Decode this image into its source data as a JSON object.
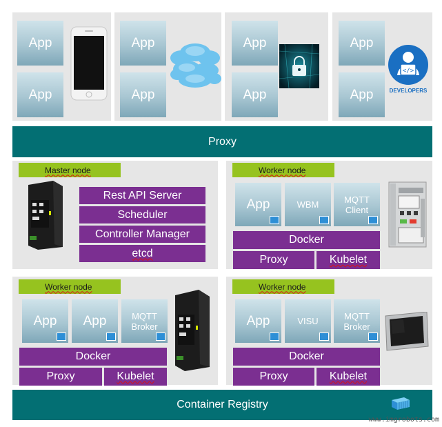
{
  "app_label": "App",
  "developers_label": "DEVELOPERS",
  "proxy_bar": "Proxy",
  "registry_bar": "Container Registry",
  "master": {
    "tag": "Master node",
    "components": [
      "Rest API Server",
      "Scheduler",
      "Controller Manager",
      "etcd"
    ]
  },
  "worker1": {
    "tag": "Worker node",
    "boxes": [
      "App",
      "WBM",
      "MQTT\nClient"
    ],
    "docker": "Docker",
    "proxy": "Proxy",
    "kubelet": "Kubelet"
  },
  "worker2": {
    "tag": "Worker node",
    "boxes": [
      "App",
      "App",
      "MQTT\nBroker"
    ],
    "docker": "Docker",
    "proxy": "Proxy",
    "kubelet": "Kubelet"
  },
  "worker3": {
    "tag": "Worker node",
    "boxes": [
      "App",
      "VISU",
      "MQTT\nBroker"
    ],
    "docker": "Docker",
    "proxy": "Proxy",
    "kubelet": "Kubelet"
  },
  "watermark": "www.imgrobots.com",
  "colors": {
    "teal": "#036f73",
    "purple": "#7b2f91",
    "tag_green": "#96c31f",
    "panel_gray": "#e6e6e6"
  }
}
